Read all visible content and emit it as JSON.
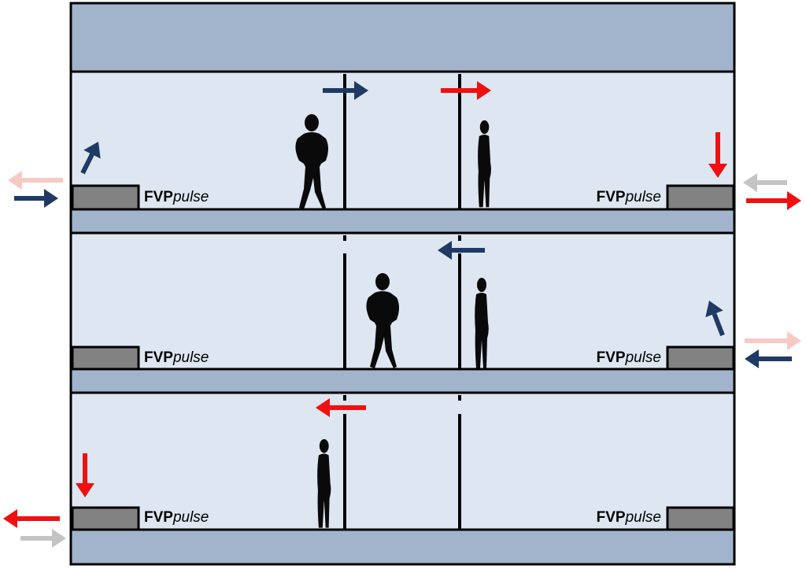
{
  "colors": {
    "background": "#ffffff",
    "room": "#dde6f1",
    "slab": "#a2b4cc",
    "unit": "#828282",
    "outline": "#000000",
    "person": "#0a0a0a",
    "arrow_navy": "#1f3a64",
    "arrow_red": "#f01010",
    "arrow_pink": "#f7c9c5",
    "arrow_gray": "#c4c4c4"
  },
  "device": {
    "brand": "FVP",
    "model": "pulse"
  },
  "floors": [
    {
      "units": [
        {
          "side": "left",
          "label": {
            "brand": "FVP",
            "model": "pulse"
          }
        },
        {
          "side": "right",
          "label": {
            "brand": "FVP",
            "model": "pulse"
          }
        }
      ]
    },
    {
      "units": [
        {
          "side": "left",
          "label": {
            "brand": "FVP",
            "model": "pulse"
          }
        },
        {
          "side": "right",
          "label": {
            "brand": "FVP",
            "model": "pulse"
          }
        }
      ]
    },
    {
      "units": [
        {
          "side": "left",
          "label": {
            "brand": "FVP",
            "model": "pulse"
          }
        },
        {
          "side": "right",
          "label": {
            "brand": "FVP",
            "model": "pulse"
          }
        }
      ]
    }
  ],
  "icons": {
    "person": "person-silhouette-icon",
    "arrow": "flow-arrow-icon"
  }
}
